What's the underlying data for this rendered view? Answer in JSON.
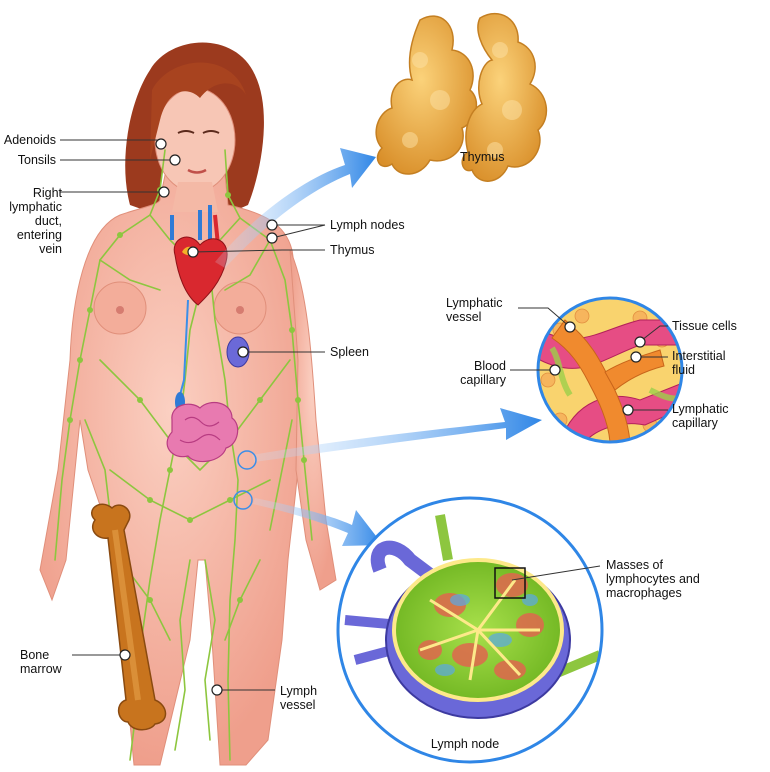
{
  "labels": {
    "adenoids": "Adenoids",
    "tonsils": "Tonsils",
    "right_lymphatic_duct": "Right lymphatic duct, entering vein",
    "lymph_nodes": "Lymph nodes",
    "thymus_body": "Thymus",
    "thymus_title": "Thymus",
    "spleen": "Spleen",
    "bone_marrow": "Bone marrow",
    "lymph_vessel": "Lymph vessel",
    "lymphatic_vessel": "Lymphatic vessel",
    "blood_capillary": "Blood capillary",
    "tissue_cells": "Tissue cells",
    "interstitial_fluid": "Interstitial fluid",
    "lymphatic_capillary": "Lymphatic capillary",
    "masses": "Masses of lymphocytes and macrophages",
    "lymph_node_title": "Lymph node"
  },
  "colors": {
    "skin": "#f6b8a6",
    "hair": "#9c3a1e",
    "lymph_green": "#8dc63f",
    "thymus_gold": "#f0b14a",
    "arrow_blue": "#3b8ee8",
    "heart_red": "#d9282f",
    "intestine_pink": "#e87ab0",
    "bone_brown": "#c8741e"
  }
}
